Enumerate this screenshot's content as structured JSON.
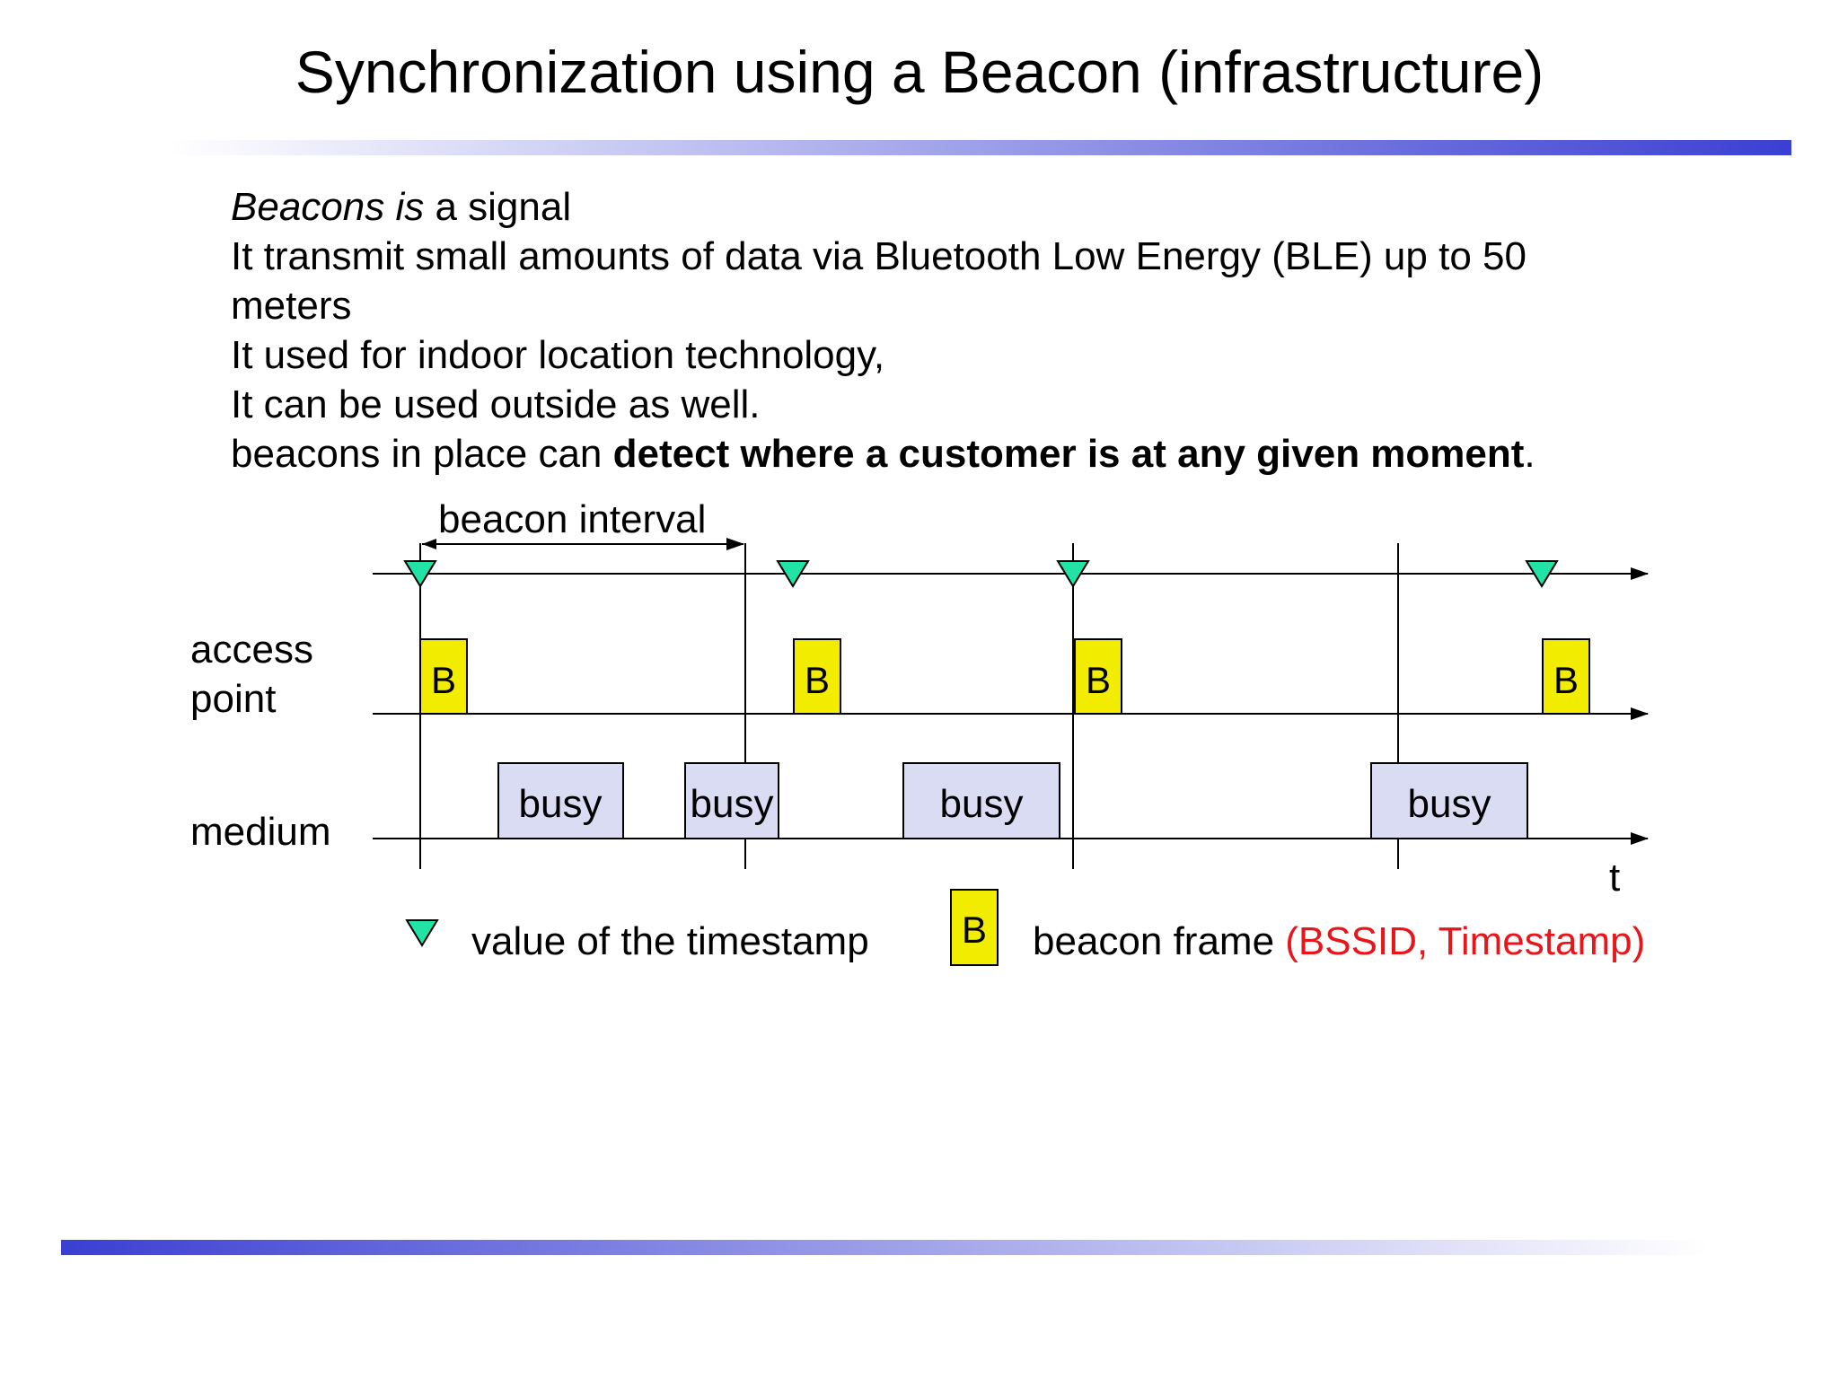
{
  "slide": {
    "title": "Synchronization using a Beacon (infrastructure)"
  },
  "body": {
    "line1_italic": "Beacons is",
    "line1_rest": " a signal",
    "line2": "It transmit small amounts of data via Bluetooth Low Energy (BLE) up to 50",
    "line3": "meters",
    "line4": "It used for indoor location technology,",
    "line5": "It can be used outside as well.",
    "line6_pre": "beacons in place can ",
    "line6_bold": "detect where a customer is at any given moment",
    "line6_post": "."
  },
  "diagram": {
    "interval_label": "beacon interval",
    "row_label_ap_1": "access",
    "row_label_ap_2": "point",
    "row_label_medium": "medium",
    "axis_label": "t",
    "beacon_letter": "B",
    "busy_label": "busy",
    "legend_timestamp": "value of the timestamp",
    "legend_frame_plain": "beacon frame ",
    "legend_frame_red": "(BSSID, Timestamp)"
  },
  "colors": {
    "beacon_fill": "#f2ec00",
    "timestamp_fill": "#22e3a6",
    "busy_fill": "#d9dcf3",
    "highlight_red": "#e8161b",
    "rule_blue": "#3b3fd2"
  },
  "icons": {
    "timestamp_marker": "down-triangle-icon",
    "axis_end": "arrow-right-icon"
  }
}
